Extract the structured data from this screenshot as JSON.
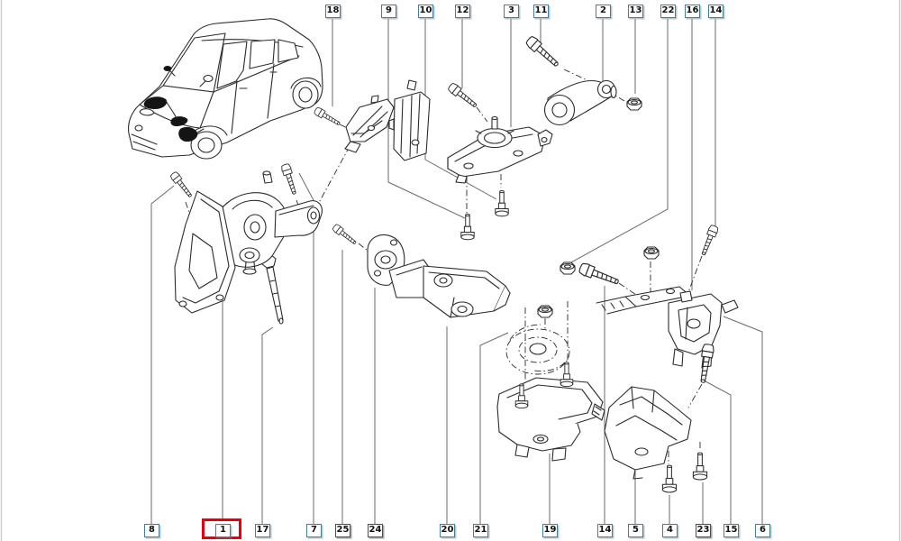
{
  "diagram": {
    "type": "exploded-parts-diagram",
    "subject": "engine-and-gearbox-mountings",
    "selected_callout": "1",
    "colors": {
      "background": "#ffffff",
      "line": "#2b2b2b",
      "leader": "#6a6a6a",
      "callout_border": "#3f7fa0",
      "callout_border_dark": "#4d4d4d",
      "callout_fill": "#ffffff",
      "callout_text": "#101010",
      "highlight": "#e8000d"
    },
    "callouts": {
      "top": [
        {
          "label": "18"
        },
        {
          "label": "9"
        },
        {
          "label": "10"
        },
        {
          "label": "12"
        },
        {
          "label": "3"
        },
        {
          "label": "11"
        },
        {
          "label": "2"
        },
        {
          "label": "13"
        },
        {
          "label": "22"
        },
        {
          "label": "16"
        },
        {
          "label": "14"
        }
      ],
      "bottom": [
        {
          "label": "8"
        },
        {
          "label": "1",
          "highlighted": true
        },
        {
          "label": "17"
        },
        {
          "label": "7"
        },
        {
          "label": "25",
          "variant": "dark"
        },
        {
          "label": "24",
          "variant": "dark"
        },
        {
          "label": "20"
        },
        {
          "label": "21"
        },
        {
          "label": "19"
        },
        {
          "label": "14"
        },
        {
          "label": "5"
        },
        {
          "label": "4"
        },
        {
          "label": "23",
          "variant": "dark"
        },
        {
          "label": "15"
        },
        {
          "label": "6"
        }
      ]
    }
  }
}
